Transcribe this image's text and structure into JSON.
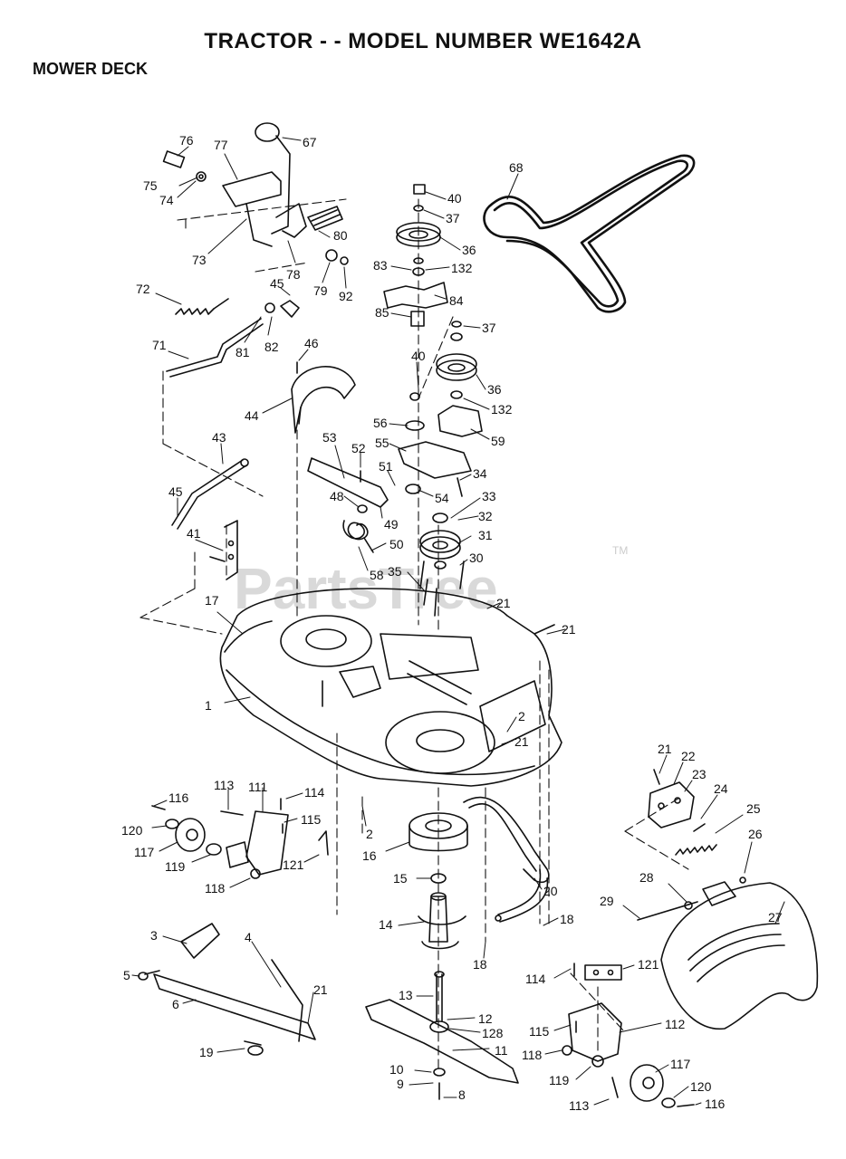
{
  "header": {
    "title": "TRACTOR - - MODEL NUMBER WE1642A",
    "section": "MOWER DECK"
  },
  "watermark": {
    "text": "PartsTree",
    "trademark": "TM",
    "color": "#d9d9d9"
  },
  "callouts": [
    {
      "id": "c76",
      "label": "76"
    },
    {
      "id": "c77",
      "label": "77"
    },
    {
      "id": "c67",
      "label": "67"
    },
    {
      "id": "c75",
      "label": "75"
    },
    {
      "id": "c74",
      "label": "74"
    },
    {
      "id": "c73",
      "label": "73"
    },
    {
      "id": "c78",
      "label": "78"
    },
    {
      "id": "c79",
      "label": "79"
    },
    {
      "id": "c80",
      "label": "80"
    },
    {
      "id": "c92",
      "label": "92"
    },
    {
      "id": "c72",
      "label": "72"
    },
    {
      "id": "c45a",
      "label": "45"
    },
    {
      "id": "c81",
      "label": "81"
    },
    {
      "id": "c82",
      "label": "82"
    },
    {
      "id": "c71",
      "label": "71"
    },
    {
      "id": "c46",
      "label": "46"
    },
    {
      "id": "c44",
      "label": "44"
    },
    {
      "id": "c43",
      "label": "43"
    },
    {
      "id": "c45b",
      "label": "45"
    },
    {
      "id": "c41",
      "label": "41"
    },
    {
      "id": "c17",
      "label": "17"
    },
    {
      "id": "c1",
      "label": "1"
    },
    {
      "id": "c40a",
      "label": "40"
    },
    {
      "id": "c37a",
      "label": "37"
    },
    {
      "id": "c36a",
      "label": "36"
    },
    {
      "id": "c83",
      "label": "83"
    },
    {
      "id": "c132a",
      "label": "132"
    },
    {
      "id": "c84",
      "label": "84"
    },
    {
      "id": "c85",
      "label": "85"
    },
    {
      "id": "c37b",
      "label": "37"
    },
    {
      "id": "c40b",
      "label": "40"
    },
    {
      "id": "c36b",
      "label": "36"
    },
    {
      "id": "c132b",
      "label": "132"
    },
    {
      "id": "c56",
      "label": "56"
    },
    {
      "id": "c55",
      "label": "55"
    },
    {
      "id": "c59",
      "label": "59"
    },
    {
      "id": "c53",
      "label": "53"
    },
    {
      "id": "c52",
      "label": "52"
    },
    {
      "id": "c51",
      "label": "51"
    },
    {
      "id": "c34",
      "label": "34"
    },
    {
      "id": "c54",
      "label": "54"
    },
    {
      "id": "c33",
      "label": "33"
    },
    {
      "id": "c48",
      "label": "48"
    },
    {
      "id": "c49",
      "label": "49"
    },
    {
      "id": "c32",
      "label": "32"
    },
    {
      "id": "c31",
      "label": "31"
    },
    {
      "id": "c50",
      "label": "50"
    },
    {
      "id": "c58",
      "label": "58"
    },
    {
      "id": "c30",
      "label": "30"
    },
    {
      "id": "c35",
      "label": "35"
    },
    {
      "id": "c21a",
      "label": "21"
    },
    {
      "id": "c21b",
      "label": "21"
    },
    {
      "id": "c68",
      "label": "68"
    },
    {
      "id": "c2a",
      "label": "2"
    },
    {
      "id": "c21c",
      "label": "21"
    },
    {
      "id": "c116a",
      "label": "116"
    },
    {
      "id": "c113a",
      "label": "113"
    },
    {
      "id": "c111",
      "label": "111"
    },
    {
      "id": "c114a",
      "label": "114"
    },
    {
      "id": "c115a",
      "label": "115"
    },
    {
      "id": "c120a",
      "label": "120"
    },
    {
      "id": "c117a",
      "label": "117"
    },
    {
      "id": "c119a",
      "label": "119"
    },
    {
      "id": "c118a",
      "label": "118"
    },
    {
      "id": "c121a",
      "label": "121"
    },
    {
      "id": "c2b",
      "label": "2"
    },
    {
      "id": "c16",
      "label": "16"
    },
    {
      "id": "c15",
      "label": "15"
    },
    {
      "id": "c14",
      "label": "14"
    },
    {
      "id": "c20",
      "label": "20"
    },
    {
      "id": "c18a",
      "label": "18"
    },
    {
      "id": "c18b",
      "label": "18"
    },
    {
      "id": "c3",
      "label": "3"
    },
    {
      "id": "c4",
      "label": "4"
    },
    {
      "id": "c5",
      "label": "5"
    },
    {
      "id": "c6",
      "label": "6"
    },
    {
      "id": "c21d",
      "label": "21"
    },
    {
      "id": "c19",
      "label": "19"
    },
    {
      "id": "c13",
      "label": "13"
    },
    {
      "id": "c12",
      "label": "12"
    },
    {
      "id": "c128",
      "label": "128"
    },
    {
      "id": "c11",
      "label": "11"
    },
    {
      "id": "c10",
      "label": "10"
    },
    {
      "id": "c9",
      "label": "9"
    },
    {
      "id": "c8",
      "label": "8"
    },
    {
      "id": "c21e",
      "label": "21"
    },
    {
      "id": "c22",
      "label": "22"
    },
    {
      "id": "c23",
      "label": "23"
    },
    {
      "id": "c24",
      "label": "24"
    },
    {
      "id": "c25",
      "label": "25"
    },
    {
      "id": "c26",
      "label": "26"
    },
    {
      "id": "c28",
      "label": "28"
    },
    {
      "id": "c29",
      "label": "29"
    },
    {
      "id": "c27",
      "label": "27"
    },
    {
      "id": "c114b",
      "label": "114"
    },
    {
      "id": "c121b",
      "label": "121"
    },
    {
      "id": "c115b",
      "label": "115"
    },
    {
      "id": "c112",
      "label": "112"
    },
    {
      "id": "c118b",
      "label": "118"
    },
    {
      "id": "c119b",
      "label": "119"
    },
    {
      "id": "c117b",
      "label": "117"
    },
    {
      "id": "c120b",
      "label": "120"
    },
    {
      "id": "c116b",
      "label": "116"
    },
    {
      "id": "c113b",
      "label": "113"
    }
  ]
}
